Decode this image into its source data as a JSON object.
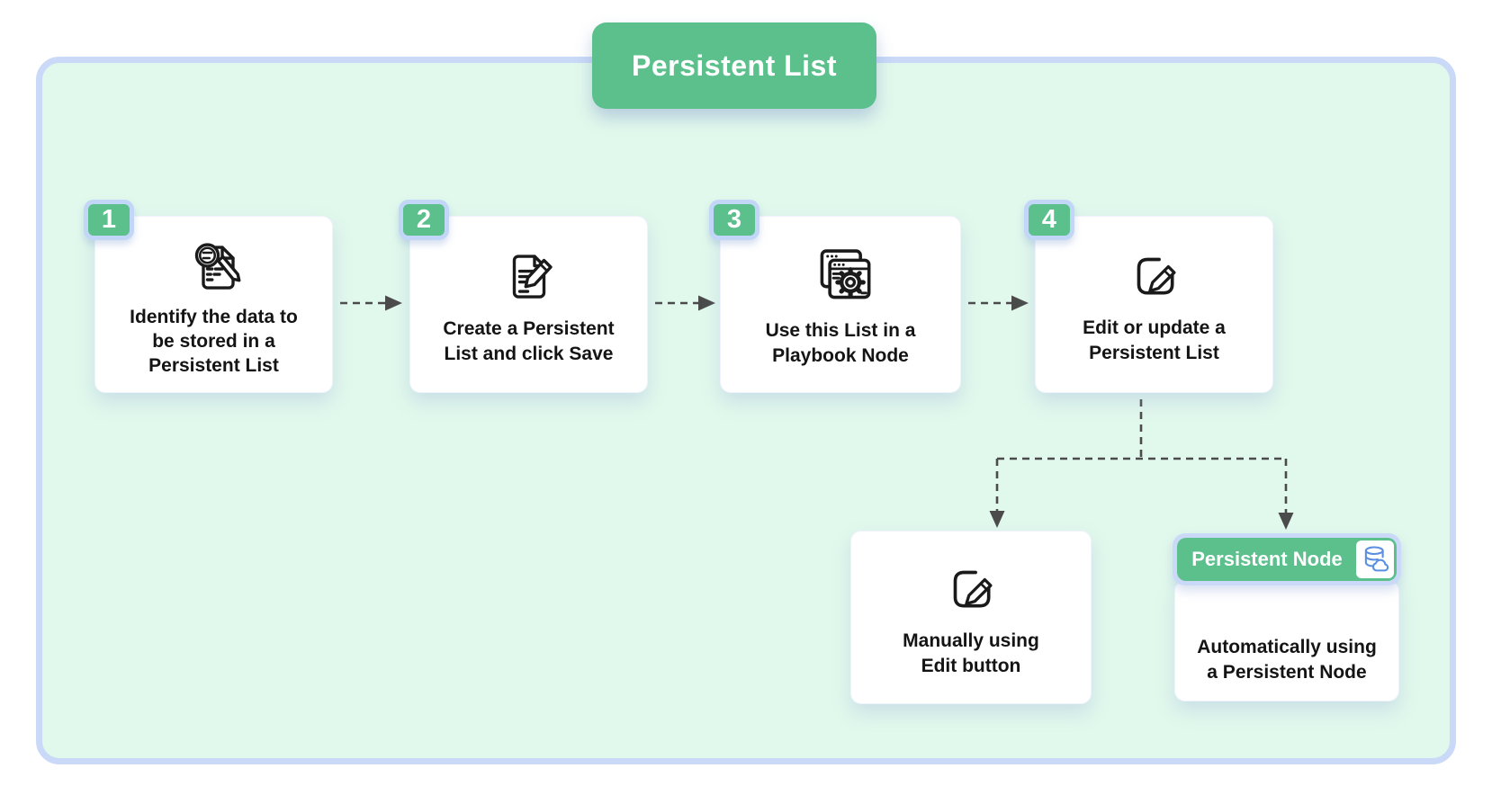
{
  "title": "Persistent List",
  "colors": {
    "accent_green": "#5BC08C",
    "panel_fill": "#E1F8EC",
    "panel_border": "#C9D9F7",
    "text": "#141414",
    "connector": "#4B4B4B",
    "database_icon_blue": "#5B8FE0"
  },
  "steps": [
    {
      "number": "1",
      "icon": "search-document-icon",
      "label": "Identify the data to\nbe stored in a\nPersistent List"
    },
    {
      "number": "2",
      "icon": "edit-document-icon",
      "label": "Create a Persistent\nList and click Save"
    },
    {
      "number": "3",
      "icon": "playbook-window-icon",
      "label": "Use this List in a\nPlaybook Node"
    },
    {
      "number": "4",
      "icon": "edit-icon",
      "label": "Edit or update a\nPersistent List"
    }
  ],
  "branches": {
    "manual": {
      "icon": "edit-icon",
      "label": "Manually using\nEdit button"
    },
    "automatic": {
      "badge_label": "Persistent Node",
      "badge_icon": "database-cloud-icon",
      "label": "Automatically using\na Persistent Node"
    }
  }
}
